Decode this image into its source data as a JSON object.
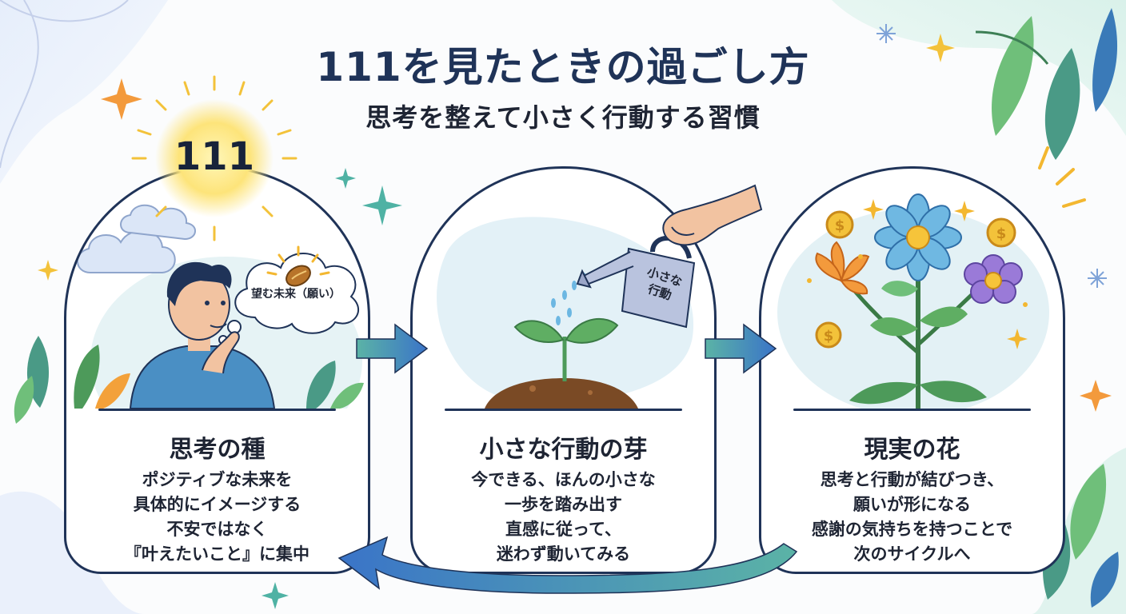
{
  "header": {
    "title": "111を見たときの過ごし方",
    "subtitle": "思考を整えて小さく行動する習慣"
  },
  "badge": "111",
  "thought_bubble": "望む未来（願い）",
  "watering_can": [
    "小さな",
    "行動"
  ],
  "panels": [
    {
      "title": "思考の種",
      "lines": [
        "ポジティブな未来を",
        "具体的にイメージする",
        "不安ではなく",
        "『叶えたいこと』に集中"
      ]
    },
    {
      "title": "小さな行動の芽",
      "lines": [
        "今できる、ほんの小さな",
        "一歩を踏み出す",
        "直感に従って、",
        "迷わず動いてみる"
      ]
    },
    {
      "title": "現実の花",
      "lines": [
        "思考と行動が結びつき、",
        "願いが形になる",
        "感謝の気持ちを持つことで",
        "次のサイクルへ"
      ]
    }
  ],
  "colors": {
    "navy": "#1f3358",
    "teal": "#4fb2a4",
    "blue": "#3a74c8",
    "sky": "#dff0f7",
    "green": "#4d9a5a",
    "gold": "#f3b730"
  },
  "icons": [
    "sun-icon",
    "cloud-icon",
    "thinking-person-icon",
    "seed-icon",
    "sprout-icon",
    "watering-can-icon",
    "hand-icon",
    "flower-icon",
    "coin-icon",
    "sparkle-icon",
    "leaf-icon",
    "arrow-right-icon",
    "return-arrow-icon"
  ]
}
